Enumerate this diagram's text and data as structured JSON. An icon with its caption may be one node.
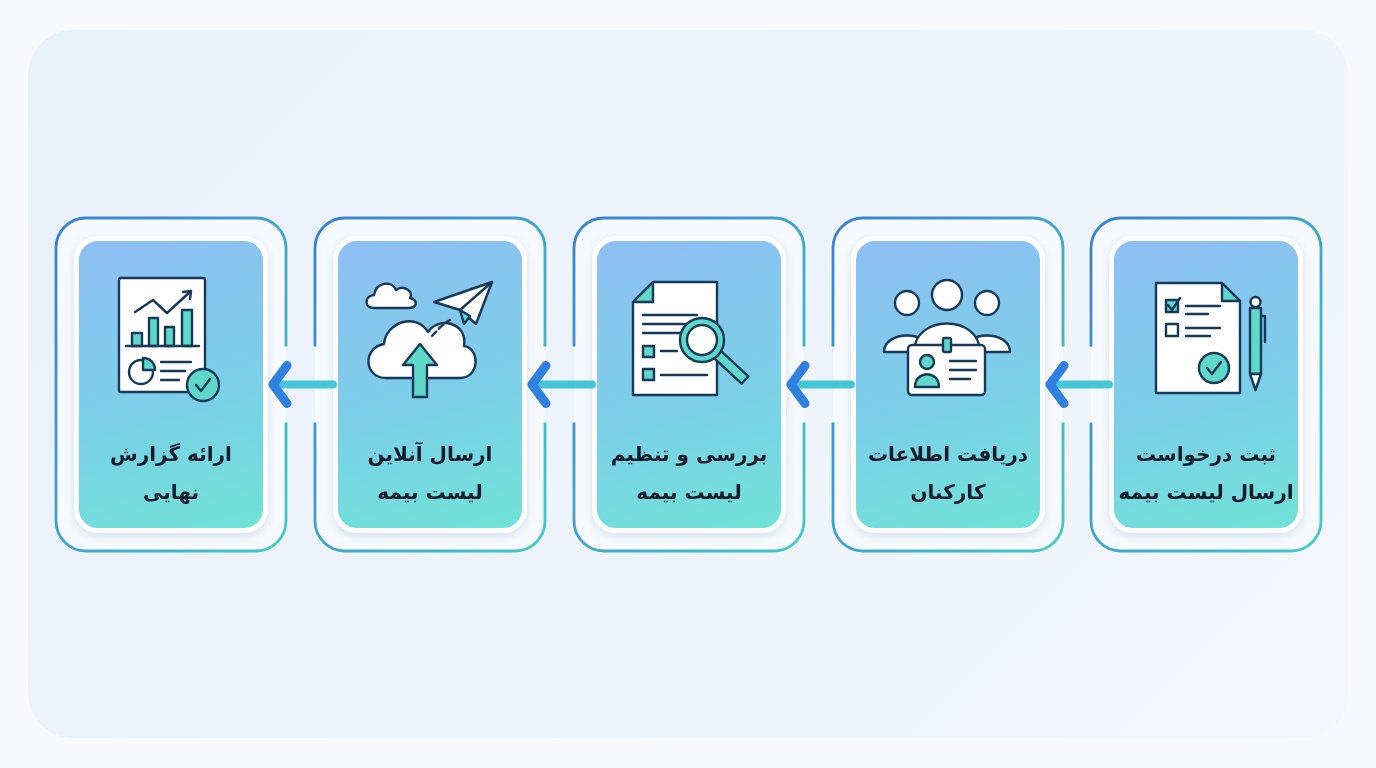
{
  "diagram": {
    "nodes": [
      {
        "text": [
          "ثبت درخواست ارسال لیست بیمه"
        ]
      },
      {
        "text": [
          "دریافت اطلاعات کارکنان"
        ]
      },
      {
        "text": [
          "بررسی و تنظیم لیست بیمه"
        ]
      },
      {
        "text": [
          "ارسال آنلاین لیست بیمه"
        ]
      },
      {
        "text": [
          "ارائه گزارش نهایی"
        ]
      }
    ],
    "edges": [
      {
        "from": 0,
        "to": 1,
        "arrow": "to"
      },
      {
        "from": 1,
        "to": 2,
        "arrow": "to"
      },
      {
        "from": 2,
        "to": 3,
        "arrow": "to"
      },
      {
        "from": 3,
        "to": 4,
        "arrow": "to"
      }
    ]
  }
}
